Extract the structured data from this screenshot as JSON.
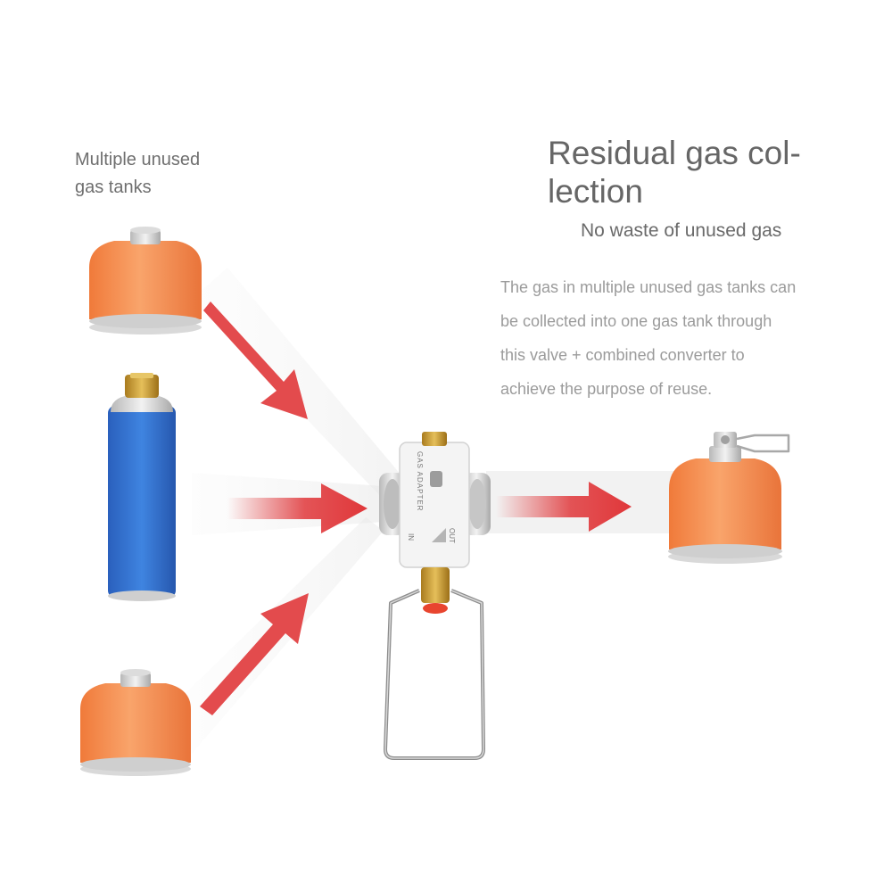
{
  "left_caption": {
    "line1": "Multiple unused",
    "line2": "gas tanks"
  },
  "title": {
    "line1": "Residual gas col-",
    "line2": "lection"
  },
  "subtitle": "No waste of unused gas",
  "description": {
    "line1": "The gas in multiple unused gas tanks can",
    "line2": "be collected into one gas tank through",
    "line3": "this valve + combined converter to",
    "line4": "achieve the purpose of reuse."
  },
  "adapter_label": {
    "name": "GAS ADAPTER",
    "out": "OUT",
    "in": "IN"
  },
  "colors": {
    "arrow": "#e0373a",
    "orange_tank": "#f5894a",
    "blue_tank": "#2f6fd0",
    "brass": "#c99a2e",
    "text_dark": "#666666",
    "text_light": "#9b9b9b"
  }
}
